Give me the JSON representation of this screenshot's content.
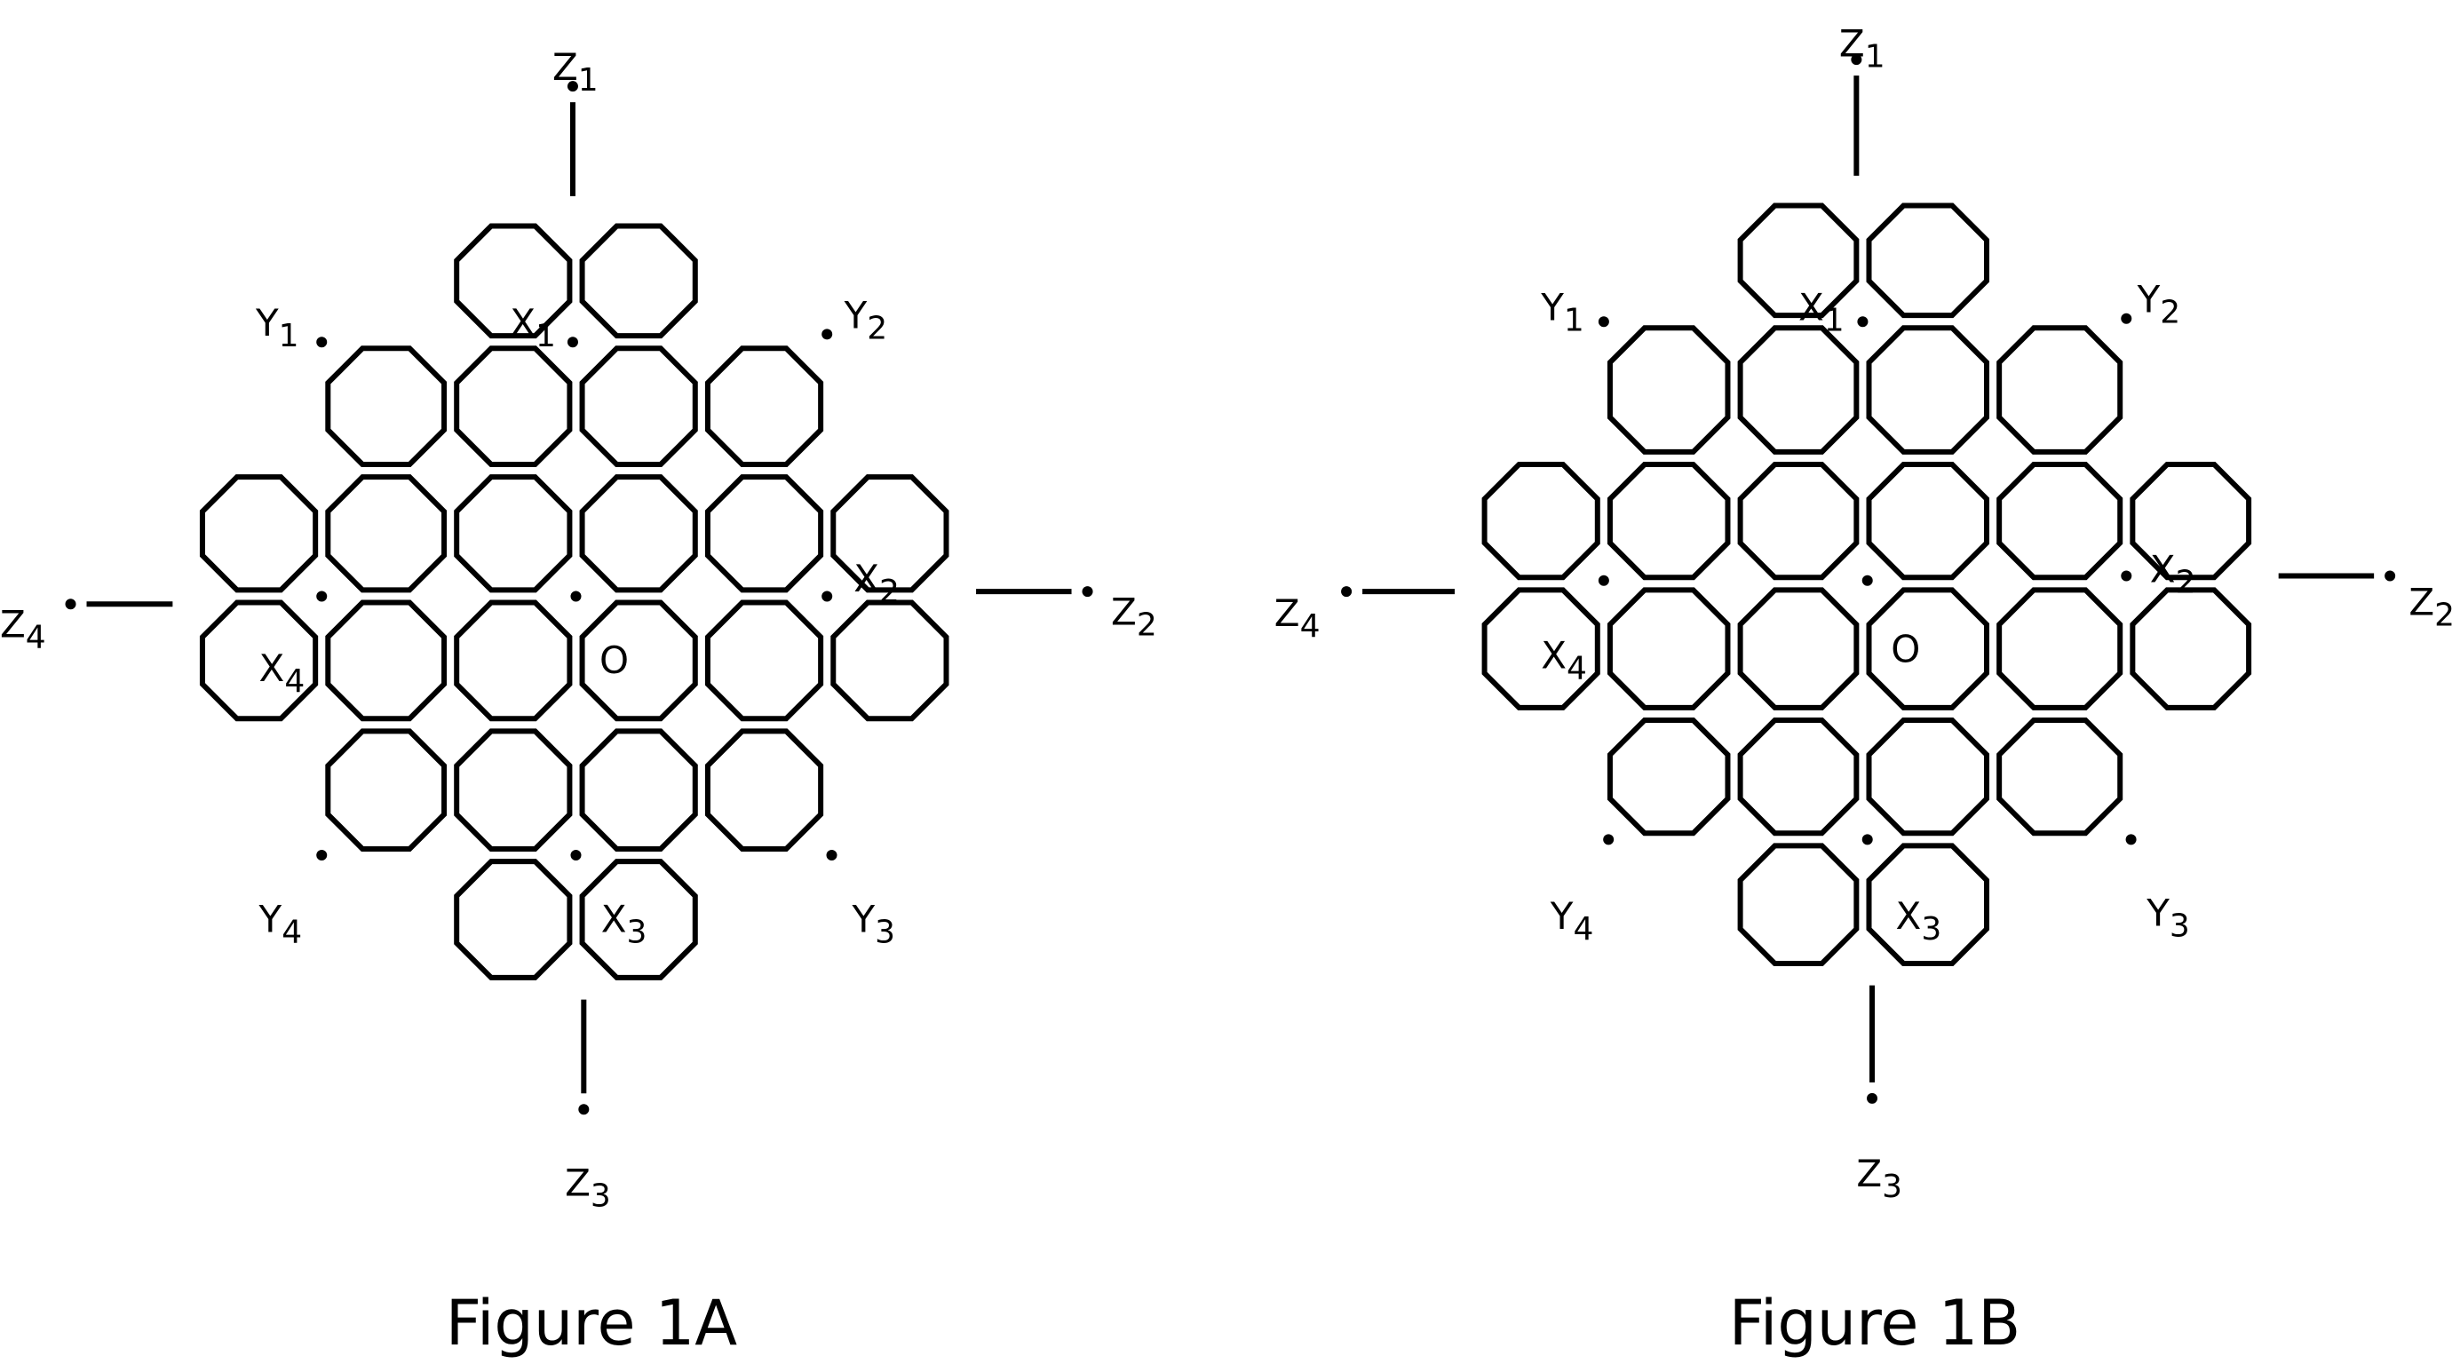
{
  "figures": [
    {
      "caption": "Figure 1A",
      "nodes": [
        {
          "base": "Z",
          "sub": "1"
        },
        {
          "base": "Y",
          "sub": "1"
        },
        {
          "base": "X",
          "sub": "1"
        },
        {
          "base": "Y",
          "sub": "2"
        },
        {
          "base": "X",
          "sub": "2"
        },
        {
          "base": "Z",
          "sub": "2"
        },
        {
          "base": "Z",
          "sub": "4"
        },
        {
          "base": "X",
          "sub": "4"
        },
        {
          "base": "O",
          "sub": ""
        },
        {
          "base": "Y",
          "sub": "4"
        },
        {
          "base": "X",
          "sub": "3"
        },
        {
          "base": "Y",
          "sub": "3"
        },
        {
          "base": "Z",
          "sub": "3"
        }
      ]
    },
    {
      "caption": "Figure 1B",
      "nodes": [
        {
          "base": "Z",
          "sub": "1"
        },
        {
          "base": "Y",
          "sub": "1"
        },
        {
          "base": "X",
          "sub": "1"
        },
        {
          "base": "Y",
          "sub": "2"
        },
        {
          "base": "X",
          "sub": "2"
        },
        {
          "base": "Z",
          "sub": "2"
        },
        {
          "base": "Z",
          "sub": "4"
        },
        {
          "base": "X",
          "sub": "4"
        },
        {
          "base": "O",
          "sub": ""
        },
        {
          "base": "Y",
          "sub": "4"
        },
        {
          "base": "X",
          "sub": "3"
        },
        {
          "base": "Y",
          "sub": "3"
        },
        {
          "base": "Z",
          "sub": "3"
        }
      ]
    }
  ],
  "colors": {
    "ink": "#000000",
    "background": "#ffffff"
  }
}
